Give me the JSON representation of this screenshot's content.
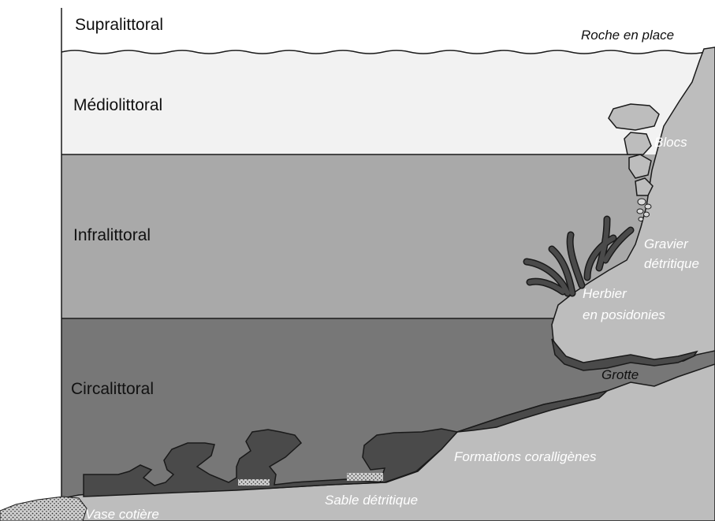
{
  "colors": {
    "supralittoral_band": "#ffffff",
    "mediolittoral_band": "#f2f2f2",
    "infralittoral_band": "#a9a9a9",
    "circalittoral_band": "#777777",
    "rock": "#bdbdbd",
    "dark_growth": "#4a4a4a",
    "outline": "#1a1a1a"
  },
  "zones": {
    "supralittoral": "Supralittoral",
    "mediolittoral": "Médiolittoral",
    "infralittoral": "Infralittoral",
    "circalittoral": "Circalittoral"
  },
  "features": {
    "roche_en_place": "Roche en place",
    "blocs": "Blocs",
    "gravier_line1": "Gravier",
    "gravier_line2": "détritique",
    "herbier_line1": "Herbier",
    "herbier_line2": "en posidonies",
    "grotte": "Grotte",
    "coralligenes": "Formations coralligènes",
    "sable": "Sable détritique",
    "vase": "Vase cotière"
  }
}
